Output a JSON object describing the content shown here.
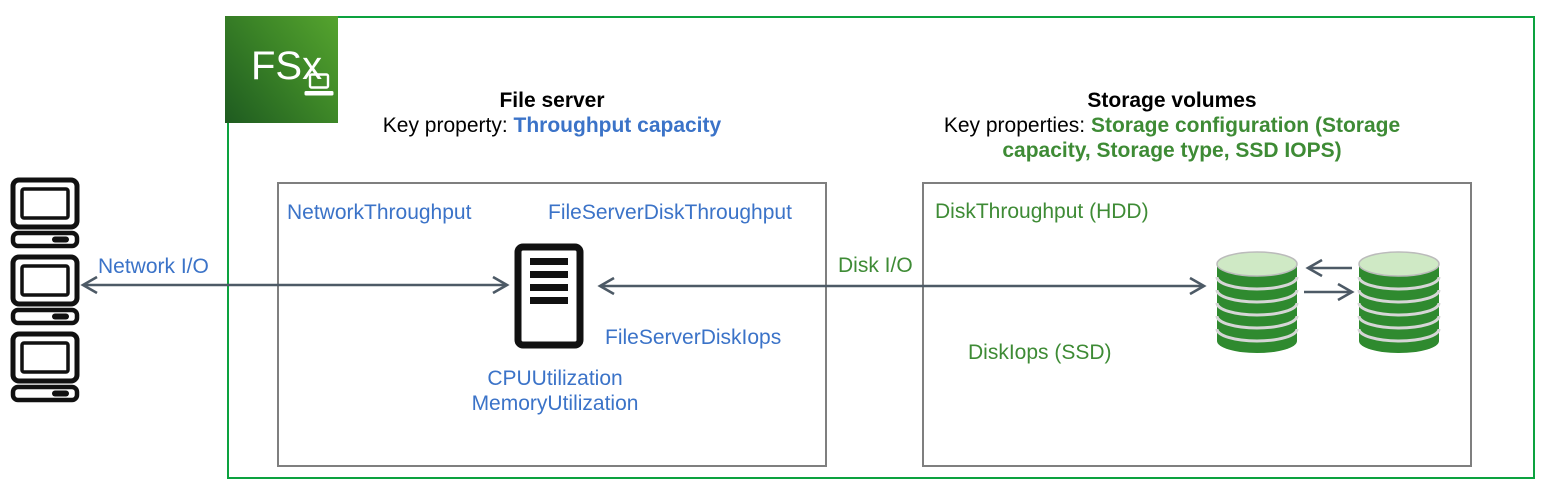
{
  "logo": {
    "text": "FSx"
  },
  "file_server": {
    "title": "File server",
    "key_prefix": "Key property: ",
    "key_value": "Throughput capacity",
    "metric_network_throughput": "NetworkThroughput",
    "metric_disk_throughput": "FileServerDiskThroughput",
    "metric_disk_iops": "FileServerDiskIops",
    "metric_cpu": "CPUUtilization",
    "metric_memory": "MemoryUtilization"
  },
  "storage": {
    "title": "Storage volumes",
    "key_prefix": "Key properties: ",
    "key_value_line1": "Storage configuration (Storage",
    "key_value_line2": "capacity, Storage type, SSD IOPS)",
    "metric_disk_throughput": "DiskThroughput (HDD)",
    "metric_disk_iops": "DiskIops (SSD)"
  },
  "flows": {
    "network_io": "Network I/O",
    "disk_io": "Disk I/O"
  },
  "colors": {
    "blue": "#3B73C8",
    "green": "#3E8B35",
    "border_green": "#0CA23F",
    "box_border": "#7F7F7F",
    "arrow": "#4D5A66",
    "disk_green": "#2F8A2F",
    "disk_top": "#CFE9C5",
    "icon_black": "#111111"
  }
}
